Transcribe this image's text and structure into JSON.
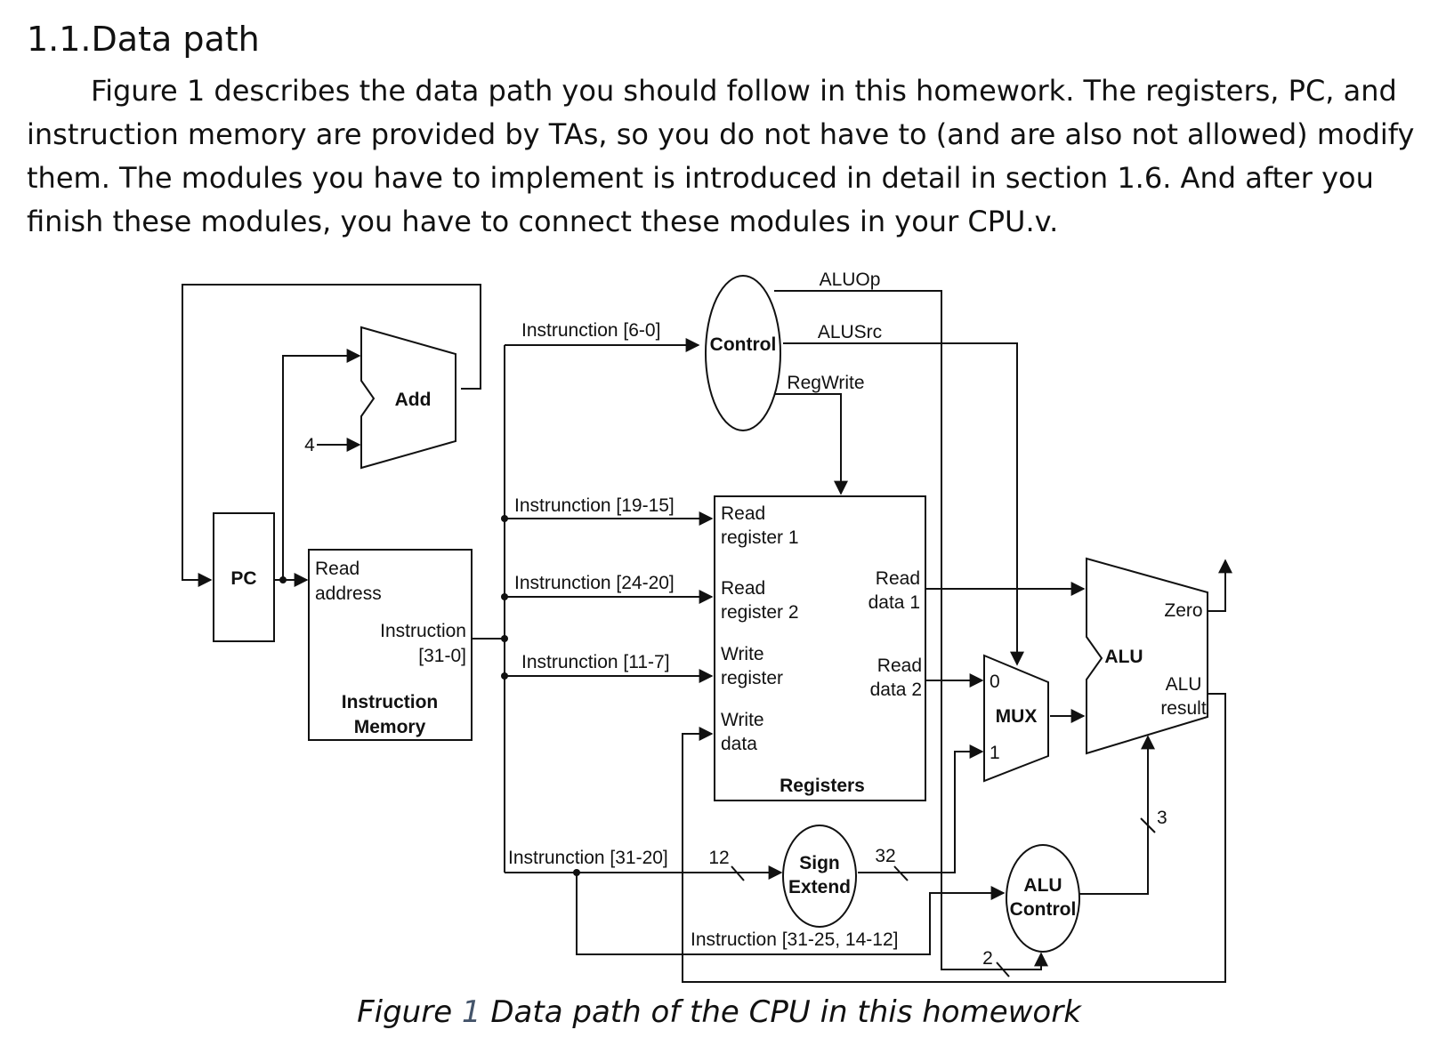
{
  "section": {
    "heading": "1.1.Data path"
  },
  "paragraph": [
    "Figure 1 describes the data path you should follow in this homework. The registers, PC, and ",
    "instruction memory are provided by TAs, so you do not have to (and are also not allowed) ",
    "modify them. The modules you have to implement is introduced in detail in section 1.6. And ",
    "after you finish these modules, you have to connect these modules in your CPU.v."
  ],
  "diagram": {
    "pc": "PC",
    "add": "Add",
    "const_four": "4",
    "imem": {
      "read_address": [
        "Read",
        "address"
      ],
      "instruction": [
        "Instruction",
        "[31-0]"
      ],
      "title": [
        "Instruction",
        "Memory"
      ]
    },
    "control": "Control",
    "signals": {
      "aluop": "ALUOp",
      "alusrc": "ALUSrc",
      "regwrite": "RegWrite"
    },
    "instr_fields": {
      "f6_0": "Instrunction [6-0]",
      "f19_15": "Instrunction [19-15]",
      "f24_20": "Instrunction [24-20]",
      "f11_7": "Instrunction [11-7]",
      "f31_20": "Instrunction [31-20]",
      "f31_25_14_12": "Instruction [31-25, 14-12]"
    },
    "registers": {
      "read_reg1": [
        "Read",
        "register 1"
      ],
      "read_reg2": [
        "Read",
        "register 2"
      ],
      "write_reg": [
        "Write",
        "register"
      ],
      "write_data": [
        "Write",
        "data"
      ],
      "read_data1": [
        "Read",
        "data 1"
      ],
      "read_data2": [
        "Read",
        "data 2"
      ],
      "title": "Registers"
    },
    "sign_extend": [
      "Sign",
      "Extend"
    ],
    "widths": {
      "in12": "12",
      "out32": "32",
      "aluctl3": "3",
      "aluop2": "2"
    },
    "mux": {
      "title": "MUX",
      "in0": "0",
      "in1": "1"
    },
    "alu": {
      "title": "ALU",
      "zero": "Zero",
      "result": [
        "ALU",
        "result"
      ]
    },
    "alu_control": [
      "ALU",
      "Control"
    ]
  },
  "caption": {
    "prefix": "Figure ",
    "number": "1",
    "text": " Data path of the CPU in this homework"
  }
}
